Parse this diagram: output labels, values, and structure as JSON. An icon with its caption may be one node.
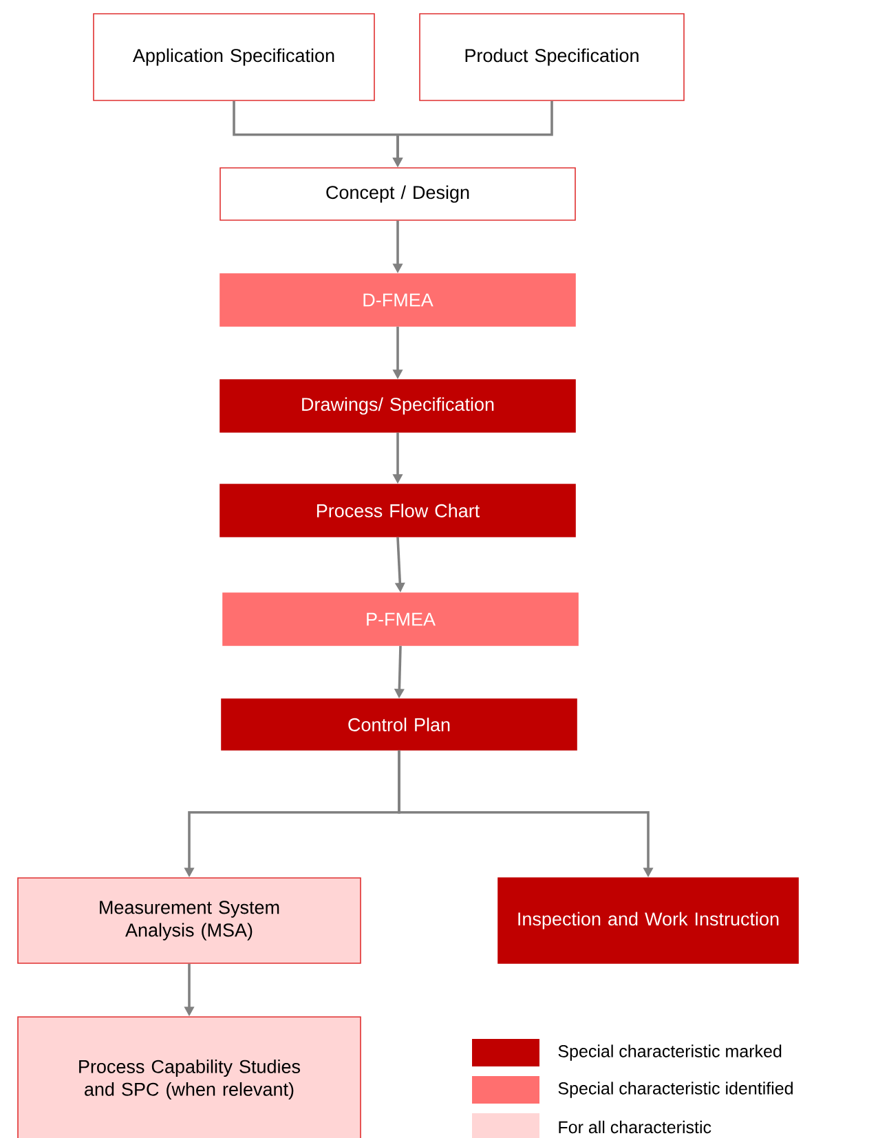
{
  "diagram": {
    "nodes": [
      {
        "text": [
          "Application Specification"
        ]
      },
      {
        "text": [
          "Product Specification"
        ]
      },
      {
        "text": [
          "Concept / Design"
        ]
      },
      {
        "text": [
          "D-FMEA"
        ]
      },
      {
        "text": [
          "Drawings/ Specification"
        ]
      },
      {
        "text": [
          "Process Flow Chart"
        ]
      },
      {
        "text": [
          "P-FMEA"
        ]
      },
      {
        "text": [
          "Control Plan"
        ]
      },
      {
        "text": [
          "Measurement System Analysis (MSA)"
        ]
      },
      {
        "text": [
          "Inspection and Work Instruction"
        ]
      },
      {
        "text": [
          "Process Capability Studies and SPC (when relevant)"
        ]
      }
    ],
    "edges": [
      {
        "from": 0,
        "to": 2,
        "arrow": "to"
      },
      {
        "from": 1,
        "to": 2,
        "arrow": "to"
      },
      {
        "from": 2,
        "to": 3,
        "arrow": "to"
      },
      {
        "from": 3,
        "to": 4,
        "arrow": "to"
      },
      {
        "from": 4,
        "to": 5,
        "arrow": "to"
      },
      {
        "from": 5,
        "to": 6,
        "arrow": "to"
      },
      {
        "from": 6,
        "to": 7,
        "arrow": "to"
      },
      {
        "from": 7,
        "to": 8,
        "arrow": "to"
      },
      {
        "from": 7,
        "to": 9,
        "arrow": "to"
      },
      {
        "from": 8,
        "to": 10,
        "arrow": "to"
      }
    ],
    "legend": [
      {
        "text": "Special characteristic marked",
        "color": "#c00000"
      },
      {
        "text": "Special characteristic identified",
        "color": "#ff6f6f"
      },
      {
        "text": "For all characteristic",
        "color": "#ffd5d5"
      }
    ]
  }
}
